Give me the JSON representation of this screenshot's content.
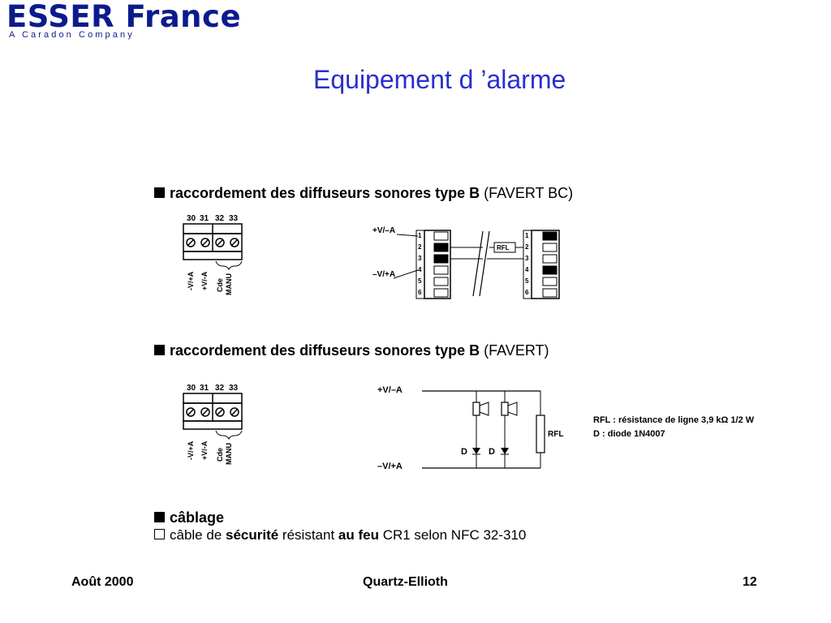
{
  "logo": {
    "title": "ESSER France",
    "tagline": "A Caradon Company"
  },
  "slide_title": "Equipement d ’alarme",
  "sections": [
    {
      "heading_bold": "raccordement des diffuseurs sonores type B",
      "heading_normal": "(FAVERT BC)"
    },
    {
      "heading_bold": "raccordement des diffuseurs sonores type B",
      "heading_normal": "(FAVERT)"
    },
    {
      "heading_bold": "câblage",
      "heading_normal": ""
    }
  ],
  "cabling": {
    "pre": "câble de ",
    "bold1": "sécurité",
    "mid": " résistant ",
    "bold2": "au feu",
    "post": " CR1 selon NFC 32-310"
  },
  "terminal_block": {
    "numbers": [
      "30",
      "31",
      "32",
      "33"
    ],
    "labels": [
      "-V/+A",
      "+V/-A",
      "Cde",
      "MANU"
    ]
  },
  "wiring1": {
    "plus_label": "+V/–A",
    "minus_label": "–V/+A",
    "rfl_label": "RFL",
    "terminals": [
      "1",
      "2",
      "3",
      "4",
      "5",
      "6"
    ]
  },
  "wiring2": {
    "plus_label": "+V/–A",
    "minus_label": "–V/+A",
    "diode_label": "D",
    "rfl_label": "RFL"
  },
  "legend": {
    "line1": "RFL : résistance de ligne 3,9 kΩ 1/2 W",
    "line2": "D : diode 1N4007"
  },
  "footer": {
    "left": "Août 2000",
    "center": "Quartz-Ellioth",
    "right": "12"
  }
}
